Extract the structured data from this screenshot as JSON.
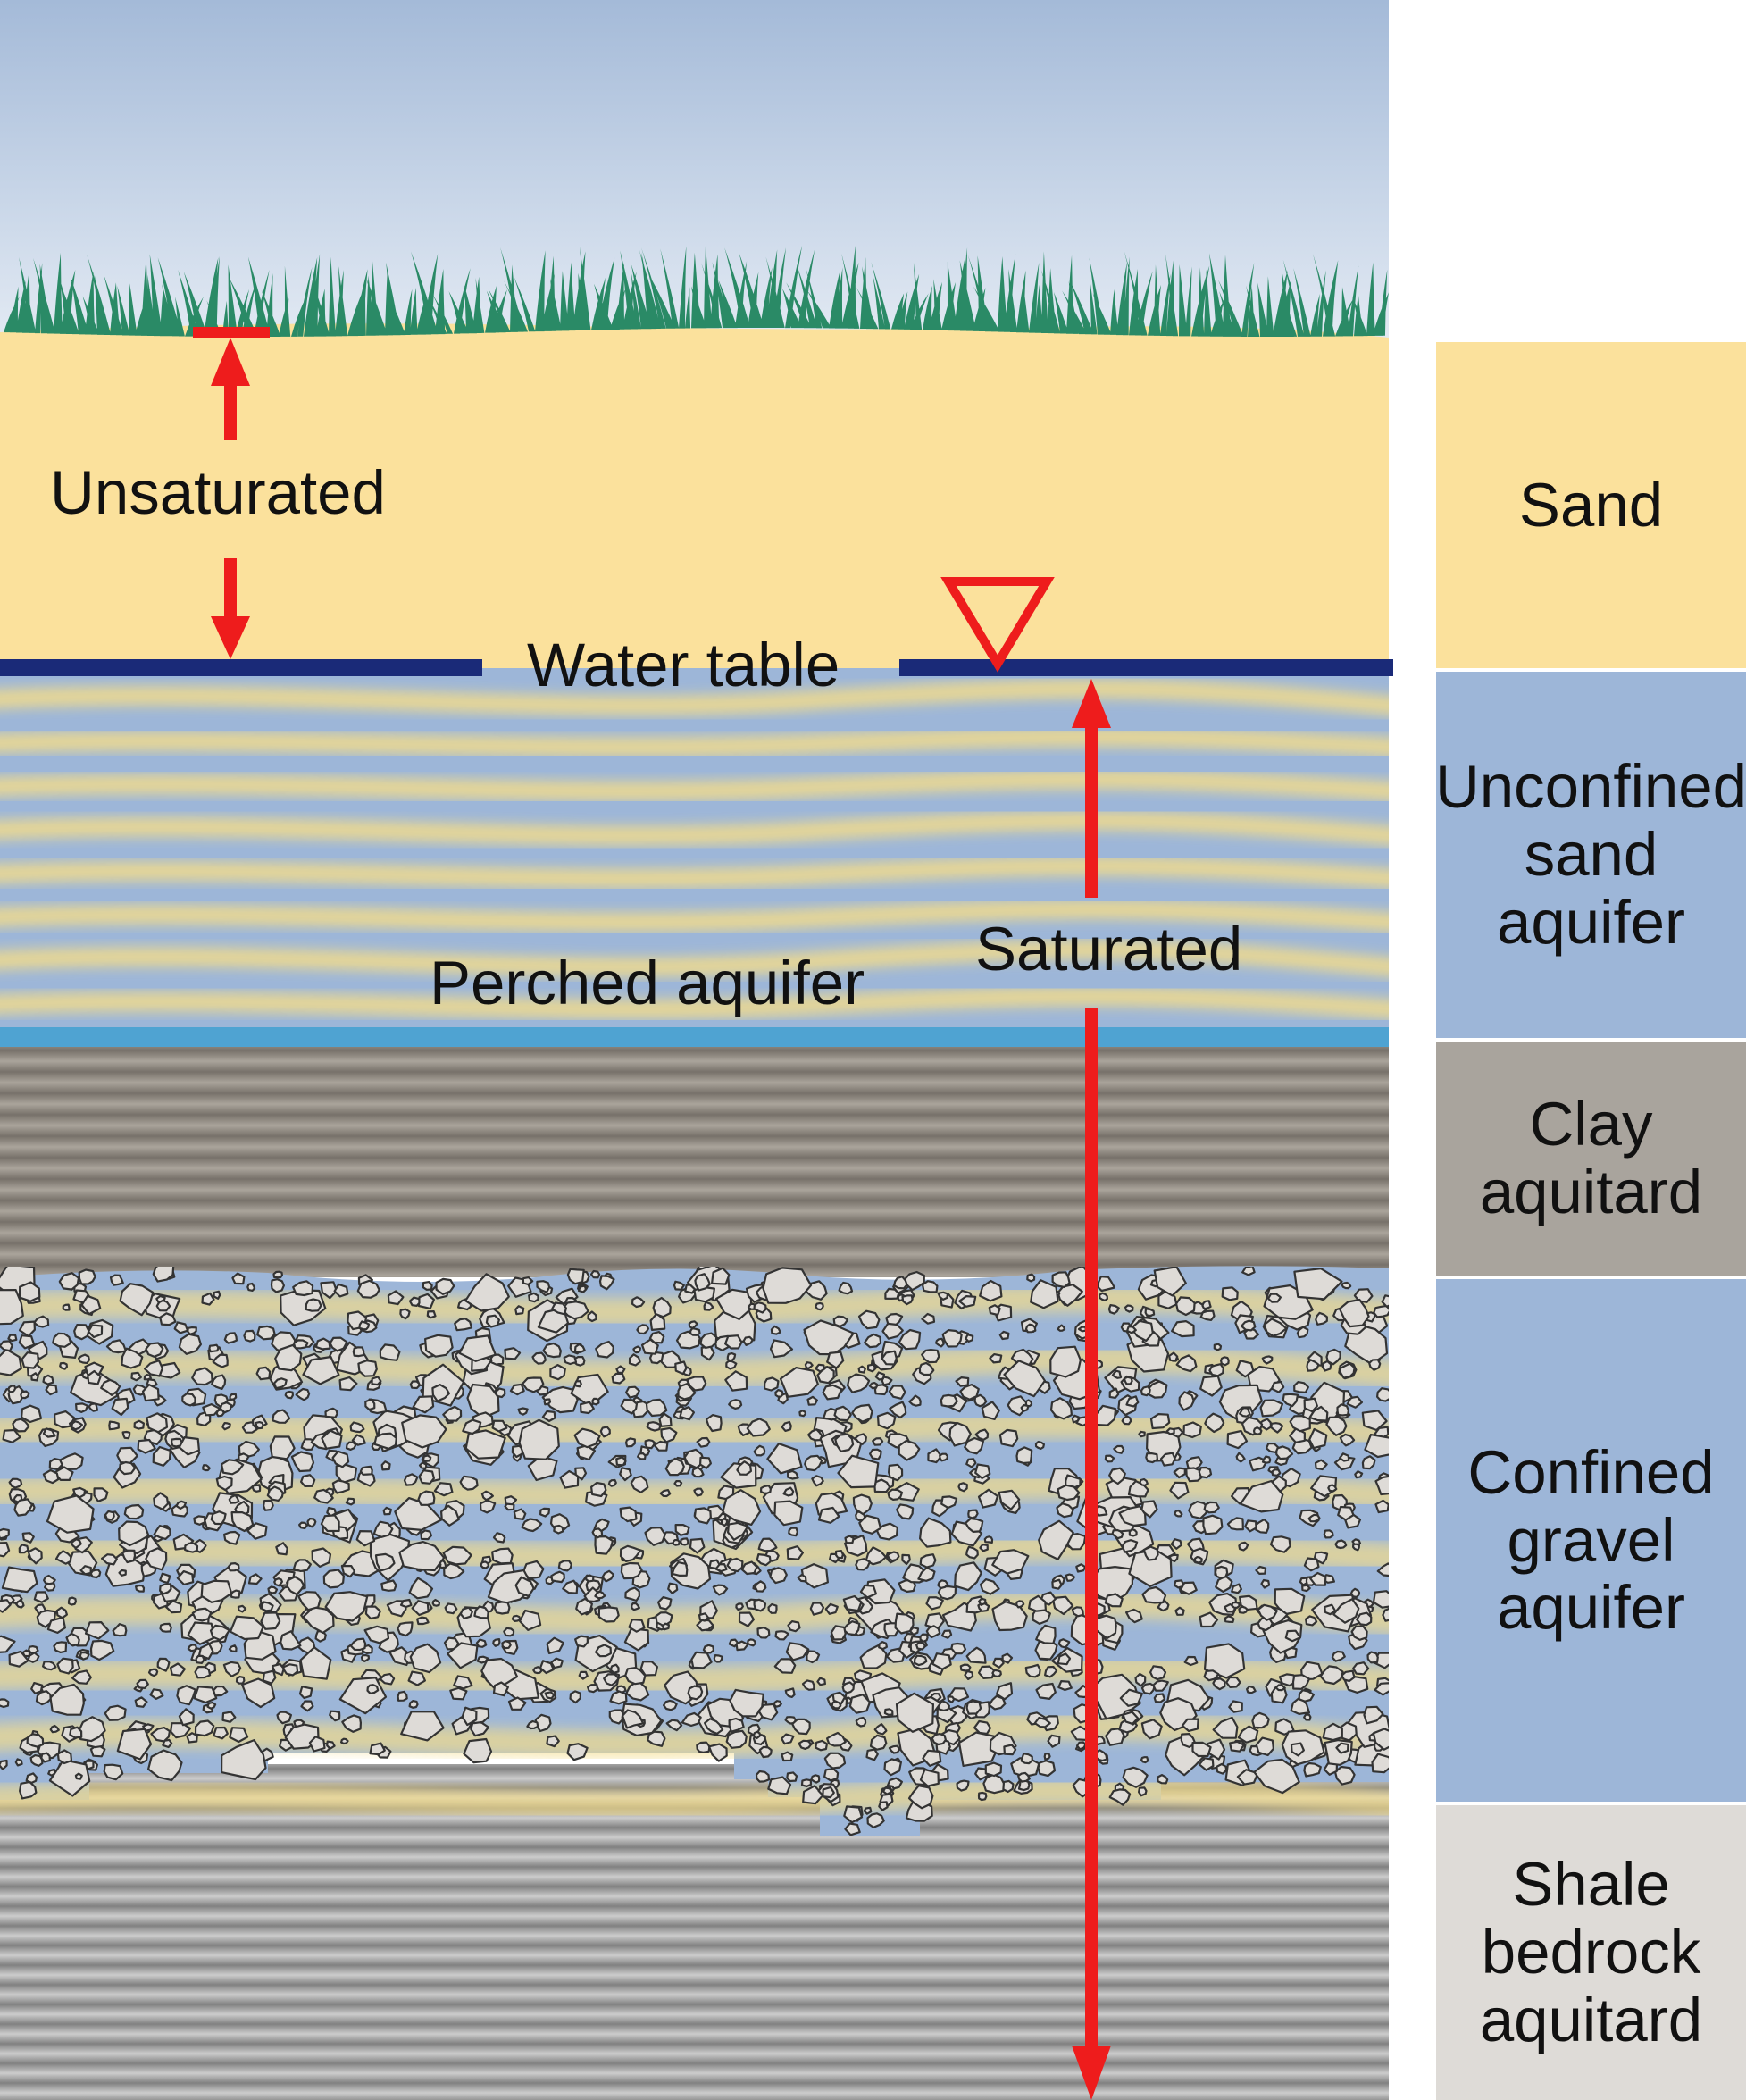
{
  "labels": {
    "unsaturated": "Unsaturated",
    "water_table": "Water table",
    "saturated": "Saturated",
    "perched_aquifer": "Perched aquifer"
  },
  "legend": {
    "sand": "Sand",
    "unconfined": "Unconfined\nsand\naquifer",
    "clay": "Clay\naquitard",
    "confined": "Confined\ngravel\naquifer",
    "shale": "Shale\nbedrock\naquitard"
  },
  "colors": {
    "sky_top": "#a4bad8",
    "sky_bottom": "#e4ebf4",
    "grass": "#2a8a66",
    "sand": "#fbe19c",
    "water_blue": "#9db6d8",
    "water_yellow": "#f3dc8a",
    "perched_line": "#4fa3d2",
    "clay_dark": "#77716a",
    "clay_light": "#aaa49b",
    "shale_dark": "#818181",
    "shale_light": "#cccccc",
    "pebble": "#dedbd7",
    "water_table_line": "#1a2a78",
    "marker_red": "#ee1c1c",
    "legend_sand": "#fbe19c",
    "legend_unconfined": "#9db6d8",
    "legend_clay": "#a9a49d",
    "legend_confined": "#9db6d8",
    "legend_shale": "#dedbd7"
  }
}
